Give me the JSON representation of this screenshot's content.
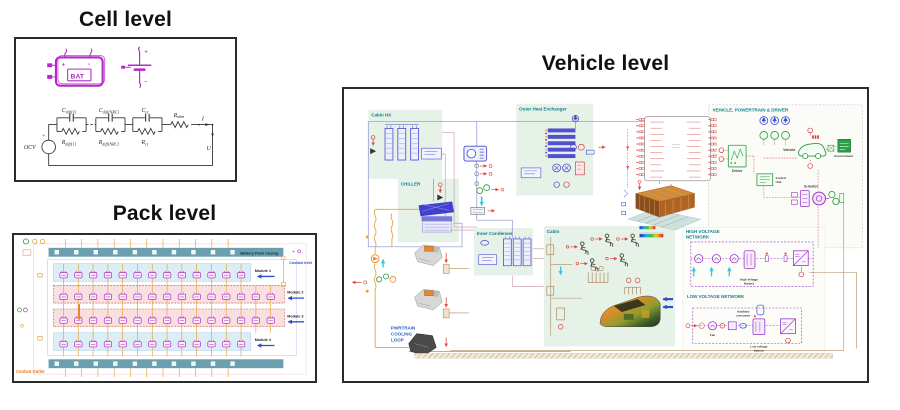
{
  "figure": {
    "cell": {
      "title": "Cell level",
      "bat_label": "BAT",
      "ocv_label": "OCV",
      "current_label": "I",
      "voltage_label": "U",
      "plus": "+",
      "minus": "-",
      "rc_labels": [
        {
          "base": "C",
          "sub": "diff",
          "suffix": "[1]"
        },
        {
          "base": "C",
          "sub": "diff",
          "suffix": "[NRC]"
        },
        {
          "base": "C",
          "sub": "ct",
          "suffix": ""
        },
        {
          "base": "R",
          "sub": "diff",
          "suffix": "[1]"
        },
        {
          "base": "R",
          "sub": "diff",
          "suffix": "[NRC]"
        },
        {
          "base": "R",
          "sub": "ct",
          "suffix": ""
        },
        {
          "base": "R",
          "sub": "ohm",
          "suffix": ""
        }
      ]
    },
    "pack": {
      "title": "Pack level",
      "casing_label": "Battery Pack Casing",
      "modules": [
        "Module 1",
        "Module 2",
        "Module 3",
        "Module 4"
      ],
      "coolant_inlet": "Coolant Inlet",
      "coolant_outlet": "Coolant Outlet"
    },
    "vehicle": {
      "title": "Vehicle level",
      "regions": {
        "cabin_hx": "Cabin HX",
        "chiller": "CHILLER",
        "outer_hx": "Outer Heat Exchanger",
        "inner_condenser": "Inner Condenser",
        "cabin": "Cabin",
        "pwrtrain": [
          "PWRTRAIN",
          "COOLING",
          "LOOP"
        ],
        "vpd": "VEHICLE, POWERTRAIN & DRIVER",
        "hv": [
          "HIGH VOLTAGE",
          "NETWORK"
        ],
        "lv": "LOW VOLTAGE NETWORK"
      },
      "blocks": {
        "driver": "Driver",
        "control_unit": [
          "Control",
          "Unit"
        ],
        "vehicle": "Vehicle",
        "environment": "Environment",
        "emotor": "E-motor",
        "hv_battery": [
          "High Voltage",
          "Battery"
        ],
        "lv_battery": [
          "Low voltage",
          "battery"
        ],
        "aux_consumer": [
          "Auxiliary",
          "consumer"
        ],
        "fan": "Fan"
      }
    },
    "colors": {
      "magenta_battery": "#b429c8",
      "teal_region_label": "#0f7e8e",
      "region_green_bg": "#e6f1e8",
      "module_blue_bg": "#dcedf5",
      "module_pink_bg": "#f9e0e0",
      "casing_teal": "#6b9fb0",
      "coolant_orange": "#e8a23d",
      "component_blue": "#4a4ad0",
      "signal_red": "#e04848",
      "network_purple": "#9a35c8",
      "duct_brown": "#b08a5e",
      "loop_pink": "#c894a4",
      "refrigerant_periwinkle": "#8a8fd8",
      "cyan_arrow": "#35c8dc",
      "valve_green": "#2a9a3a"
    }
  }
}
